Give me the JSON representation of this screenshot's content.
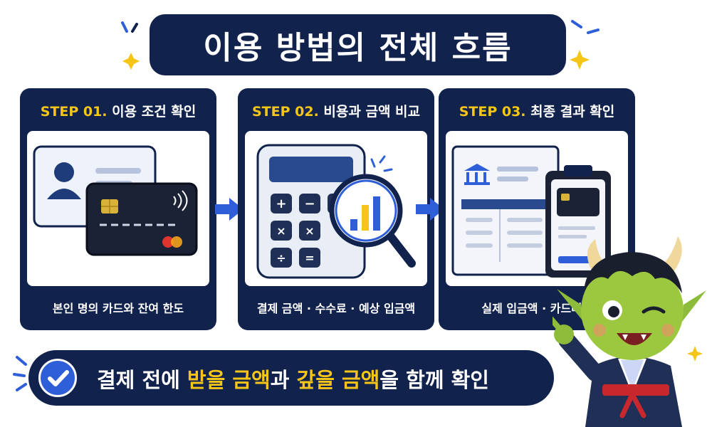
{
  "title": "이용 방법의 전체 흐름",
  "steps": [
    {
      "number": "STEP 01.",
      "title": "이용 조건 확인",
      "description": "본인 명의 카드와 잔여 한도",
      "icon": "id-card-and-credit-card"
    },
    {
      "number": "STEP 02.",
      "title": "비용과 금액 비교",
      "description": "결제 금액 · 수수료 · 예상 입금액",
      "icon": "calculator-with-magnifier-chart"
    },
    {
      "number": "STEP 03.",
      "title": "최종 결과 확인",
      "description": "실제 입금액 · 카드대금",
      "icon": "bank-statement-and-clipboard-card"
    }
  ],
  "bottom": {
    "part1": "결제 전에 ",
    "highlight1": "받을 금액",
    "part2": "과 ",
    "highlight2": "갚을 금액",
    "part3": "을 함께 확인"
  },
  "colors": {
    "navy": "#11224d",
    "accent_yellow": "#f5c518",
    "accent_blue": "#2f5fd8",
    "white": "#ffffff"
  }
}
